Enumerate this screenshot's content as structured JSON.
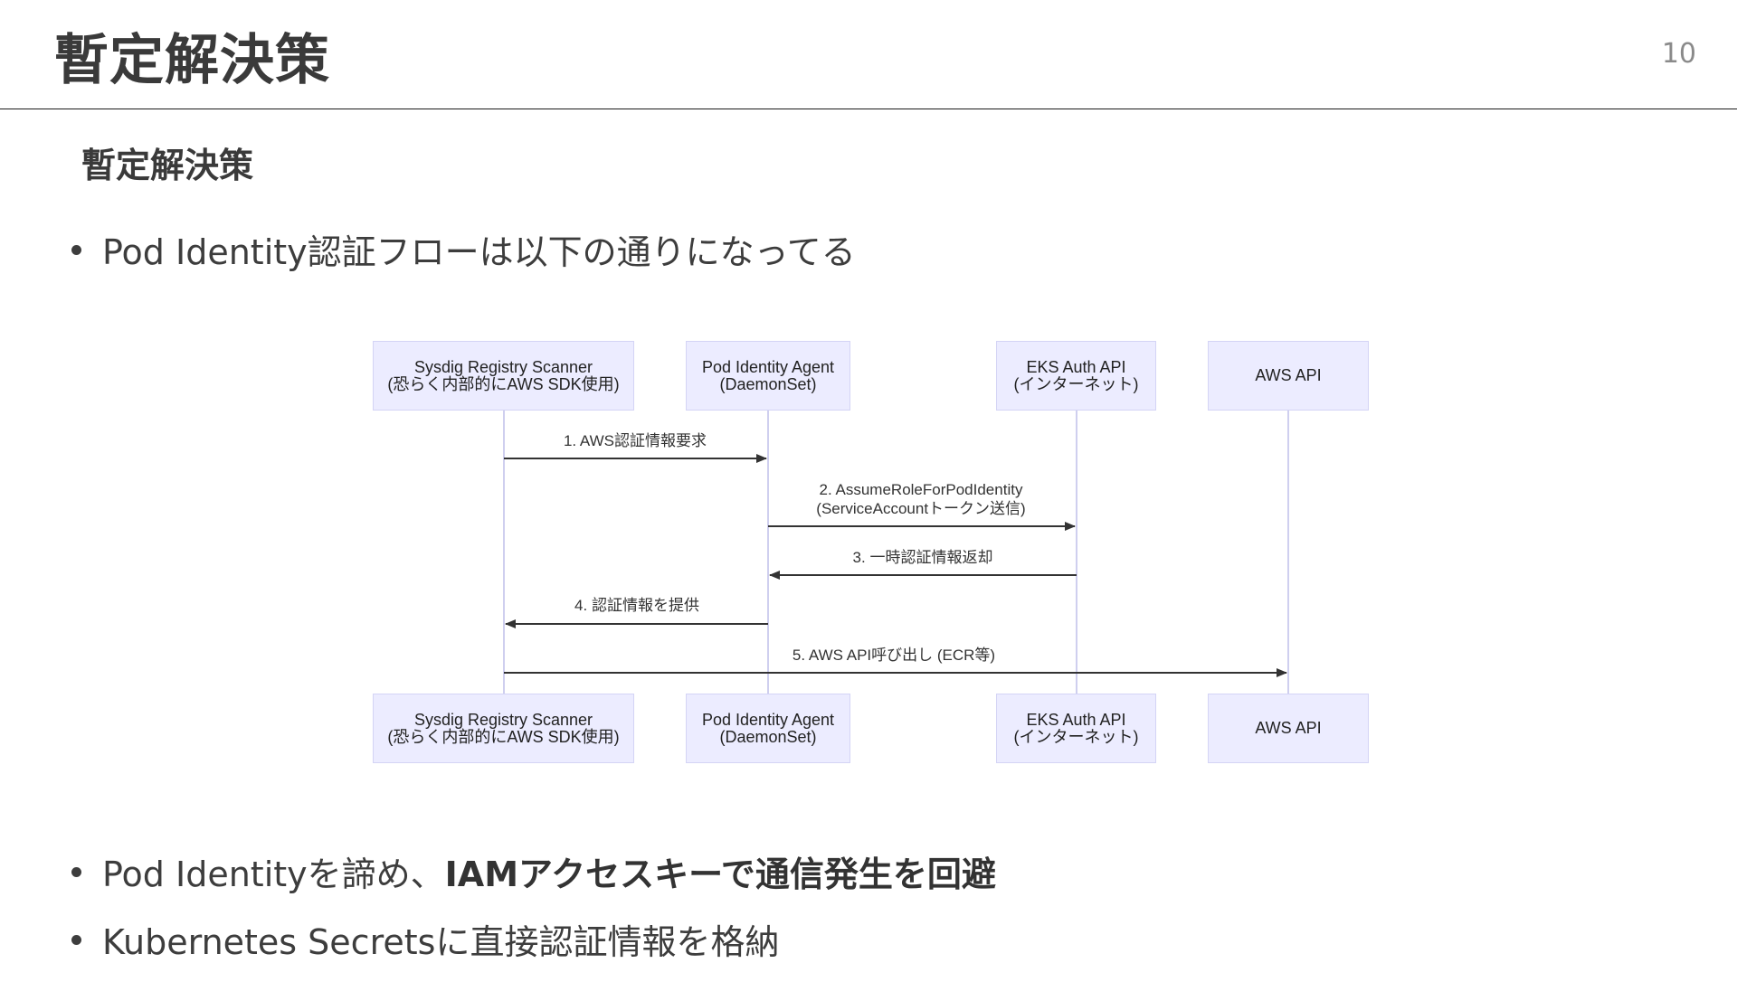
{
  "header": {
    "title": "暫定解決策",
    "page_number": "10"
  },
  "section_heading": "暫定解決策",
  "bullets_top": [
    {
      "text": "Pod Identity認証フローは以下の通りになってる"
    }
  ],
  "sequence_diagram": {
    "participants": [
      {
        "line1": "Sysdig Registry Scanner",
        "line2": "(恐らく内部的にAWS SDK使用)"
      },
      {
        "line1": "Pod Identity Agent",
        "line2": "(DaemonSet)"
      },
      {
        "line1": "EKS Auth API",
        "line2": "(インターネット)"
      },
      {
        "line1": "AWS API",
        "line2": ""
      }
    ],
    "messages": [
      {
        "line1": "1. AWS認証情報要求",
        "line2": ""
      },
      {
        "line1": "2. AssumeRoleForPodIdentity",
        "line2": "(ServiceAccountトークン送信)"
      },
      {
        "line1": "3. 一時認証情報返却",
        "line2": ""
      },
      {
        "line1": "4. 認証情報を提供",
        "line2": ""
      },
      {
        "line1": "5. AWS API呼び出し (ECR等)",
        "line2": ""
      }
    ],
    "colors": {
      "actor_fill": "#ececff",
      "actor_border": "#d4d4f5",
      "lifeline": "#cfcfef",
      "arrow": "#333333"
    }
  },
  "bullets_bottom": [
    {
      "prefix": "Pod Identityを諦め、",
      "emphasis": "IAMアクセスキーで通信発生を回避"
    },
    {
      "prefix": "Kubernetes Secretsに直接認証情報を格納",
      "emphasis": ""
    }
  ]
}
